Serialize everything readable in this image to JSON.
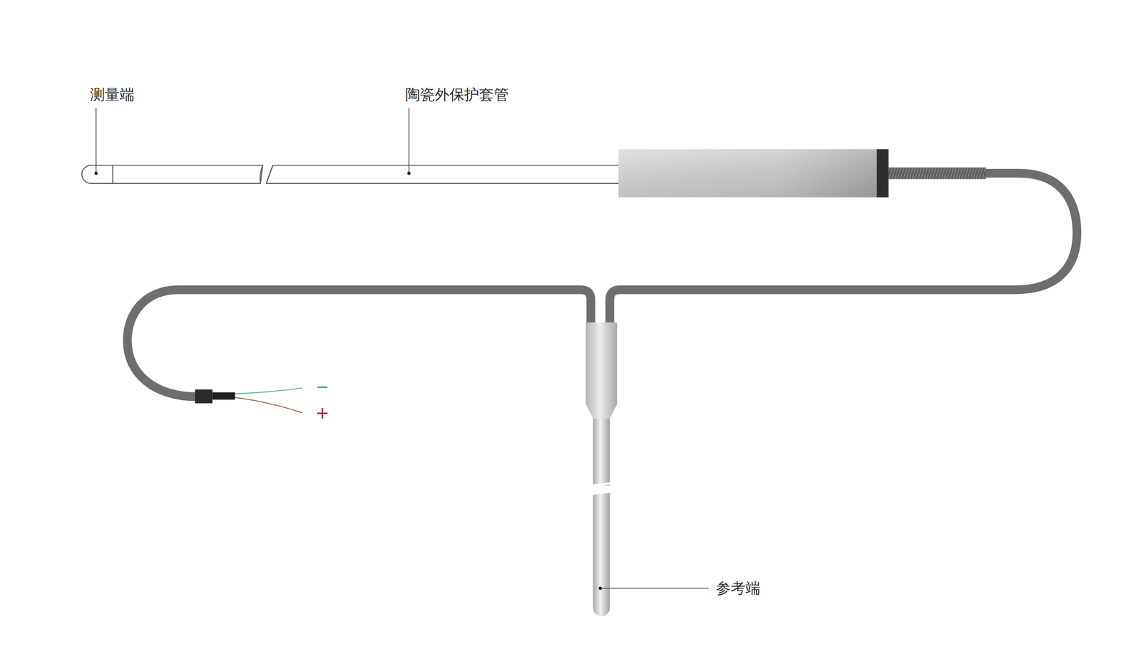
{
  "diagram": {
    "labels": [
      "测量端",
      "陶瓷外保护套管",
      "参考端",
      "−",
      "+"
    ]
  }
}
